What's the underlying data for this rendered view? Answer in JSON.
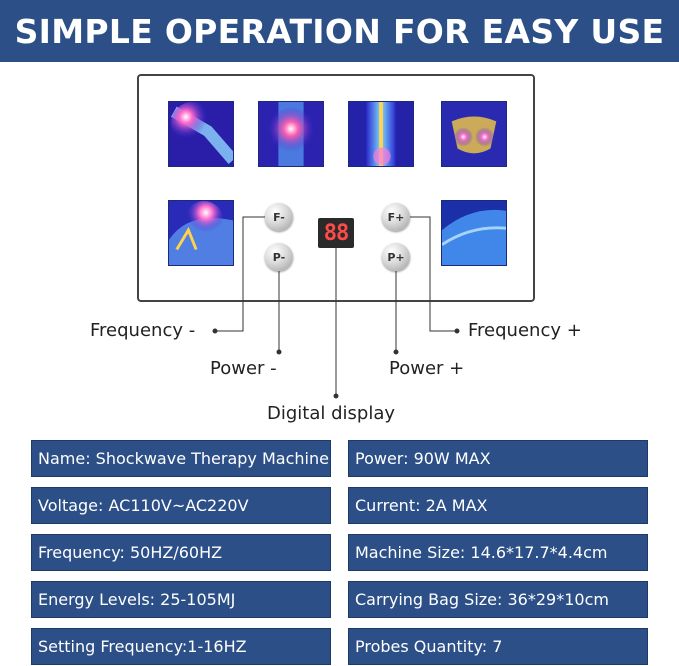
{
  "banner": {
    "title": "SIMPLE OPERATION FOR EASY USE"
  },
  "panel": {
    "buttons": {
      "f_minus": "F-",
      "p_minus": "P-",
      "f_plus": "F+",
      "p_plus": "P+"
    },
    "display_value": "88"
  },
  "callouts": {
    "frequency_minus": "Frequency -",
    "power_minus": "Power -",
    "frequency_plus": "Frequency +",
    "power_plus": "Power +",
    "digital_display": "Digital display"
  },
  "specs": {
    "left": [
      "Name: Shockwave Therapy Machine",
      "Voltage: AC110V~AC220V",
      "Frequency: 50HZ/60HZ",
      "Energy Levels: 25-105MJ",
      "Setting Frequency:1-16HZ"
    ],
    "right": [
      "Power: 90W MAX",
      "Current: 2A MAX",
      "Machine Size: 14.6*17.7*4.4cm",
      "Carrying Bag Size: 36*29*10cm",
      "Probes Quantity: 7"
    ]
  },
  "colors": {
    "banner": "#2b4f86",
    "spec_box": "#2b4f86",
    "display_digits": "#ff4a4a"
  }
}
